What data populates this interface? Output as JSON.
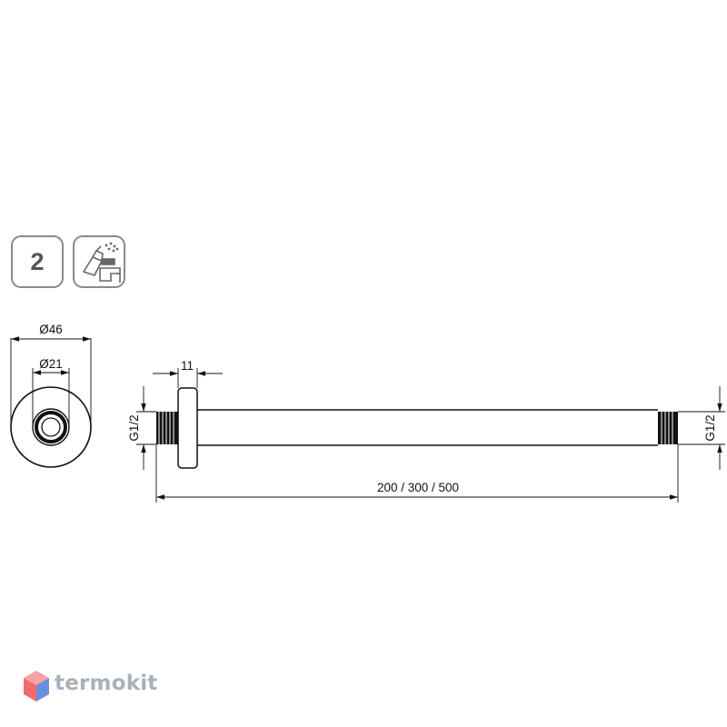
{
  "badges": {
    "warranty_years": "2",
    "care_icon": "cleaning-spray-and-cloth-icon"
  },
  "dimensions": {
    "flange_diameter": "Ø46",
    "pipe_diameter": "Ø21",
    "flange_thickness": "11",
    "thread_left": "G1/2",
    "thread_right": "G1/2",
    "length_options": "200 / 300 / 500"
  },
  "brand": {
    "name": "termokit",
    "colors": {
      "red": "#f26b6b",
      "blue": "#6b8fe0",
      "text": "#a9b0b8"
    }
  }
}
